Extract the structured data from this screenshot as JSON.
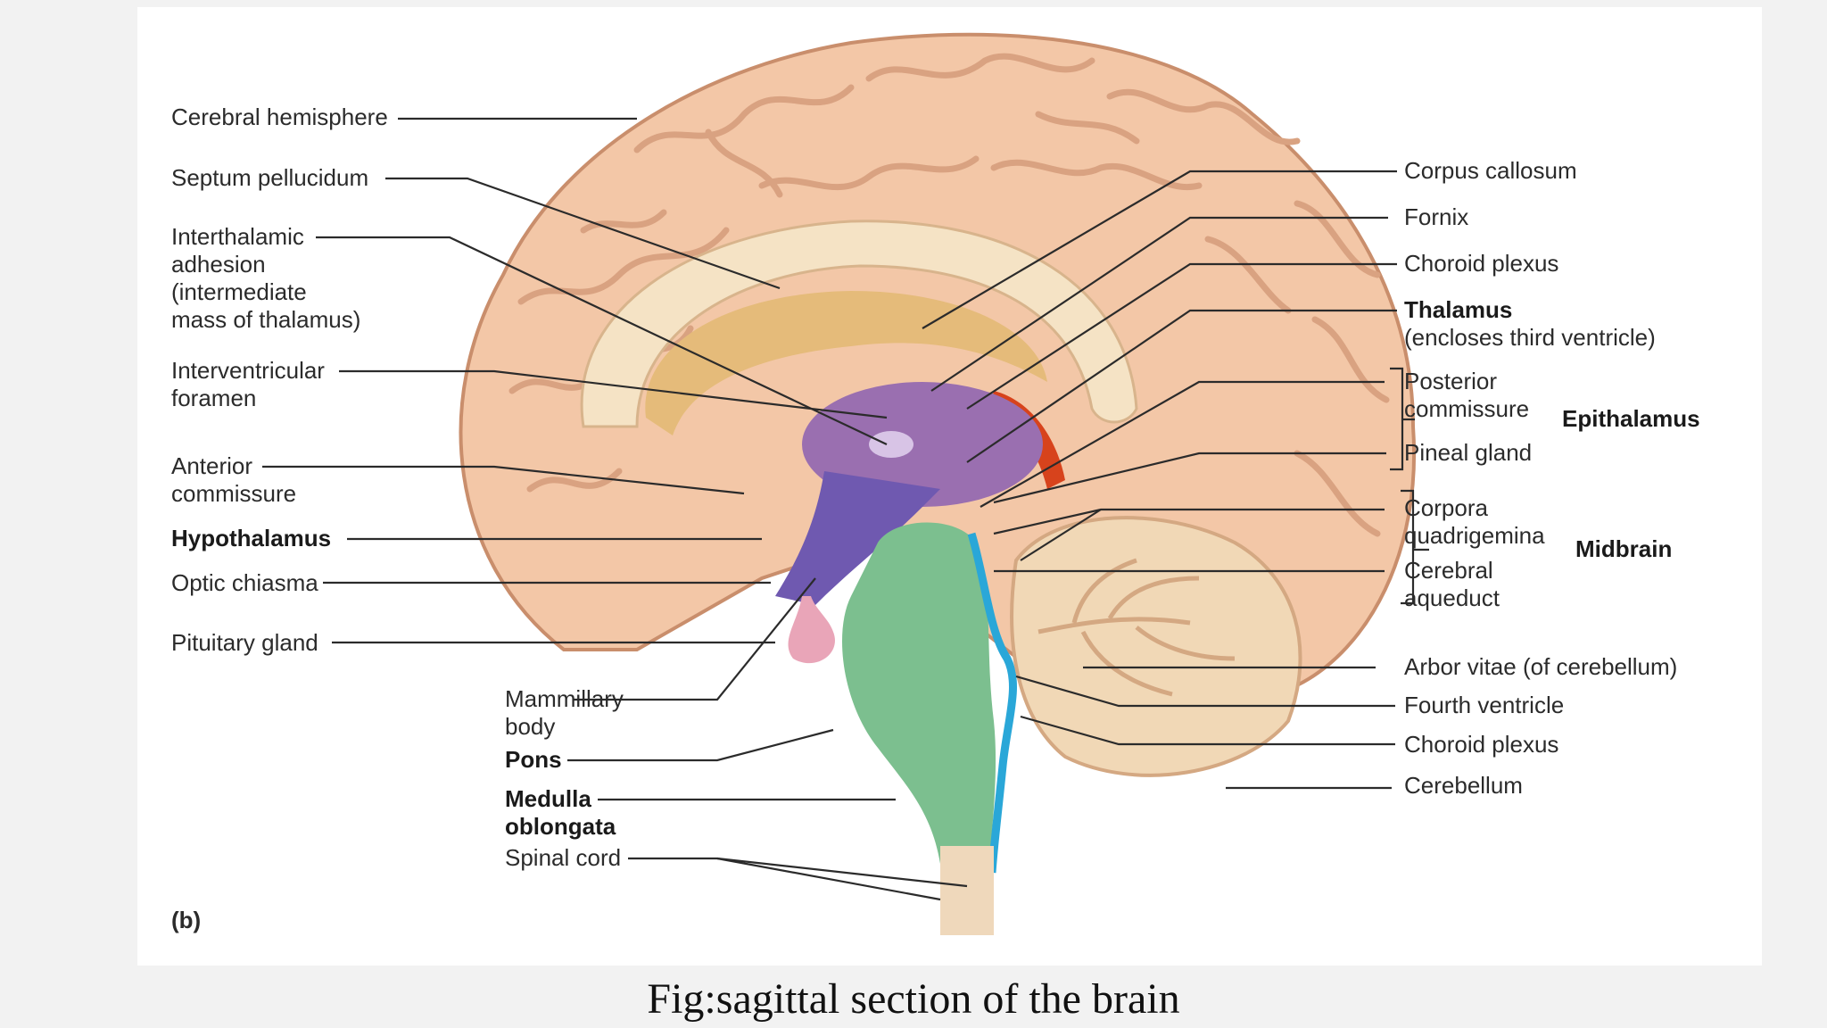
{
  "caption": "Fig:sagittal section of the brain",
  "panel_tag": "(b)",
  "labels_left": {
    "cerebral_hemisphere": "Cerebral hemisphere",
    "septum_pellucidum": "Septum pellucidum",
    "interthalamic_1": "Interthalamic",
    "interthalamic_2": "adhesion",
    "interthalamic_3": "(intermediate",
    "interthalamic_4": "mass of thalamus)",
    "interventricular_1": "Interventricular",
    "interventricular_2": "foramen",
    "anterior_commissure_1": "Anterior",
    "anterior_commissure_2": "commissure",
    "hypothalamus": "Hypothalamus",
    "optic_chiasma": "Optic chiasma",
    "pituitary_gland": "Pituitary gland"
  },
  "labels_bottom": {
    "mammillary_1": "Mammillary",
    "mammillary_2": "body",
    "pons": "Pons",
    "medulla_1": "Medulla",
    "medulla_2": "oblongata",
    "spinal_cord": "Spinal cord"
  },
  "labels_right": {
    "corpus_callosum": "Corpus callosum",
    "fornix": "Fornix",
    "choroid_plexus_upper": "Choroid plexus",
    "thalamus": "Thalamus",
    "thalamus_note": "(encloses third ventricle)",
    "posterior_commissure_1": "Posterior",
    "posterior_commissure_2": "commissure",
    "pineal_gland": "Pineal gland",
    "corpora_1": "Corpora",
    "corpora_2": "quadrigemina",
    "cerebral_aqueduct_1": "Cerebral",
    "cerebral_aqueduct_2": "aqueduct",
    "arbor_vitae": "Arbor vitae (of cerebellum)",
    "fourth_ventricle": "Fourth ventricle",
    "choroid_plexus_lower": "Choroid plexus",
    "cerebellum": "Cerebellum"
  },
  "groups": {
    "epithalamus": "Epithalamus",
    "midbrain": "Midbrain"
  },
  "colors": {
    "cerebrum": "#f3c7a7",
    "gyri_lines": "#d9a281",
    "corpus_callosum": "#f5e3c5",
    "ventricle": "#e5bb7a",
    "thalamus": "#9a6fb0",
    "hypothalamus": "#6f59b0",
    "brainstem": "#7cbf8f",
    "aqueduct": "#2aa7d8",
    "cerebellum": "#f1d8b6",
    "choroid": "#d7431c",
    "pituitary": "#e9a5b8",
    "leader": "#2b2b2b"
  }
}
